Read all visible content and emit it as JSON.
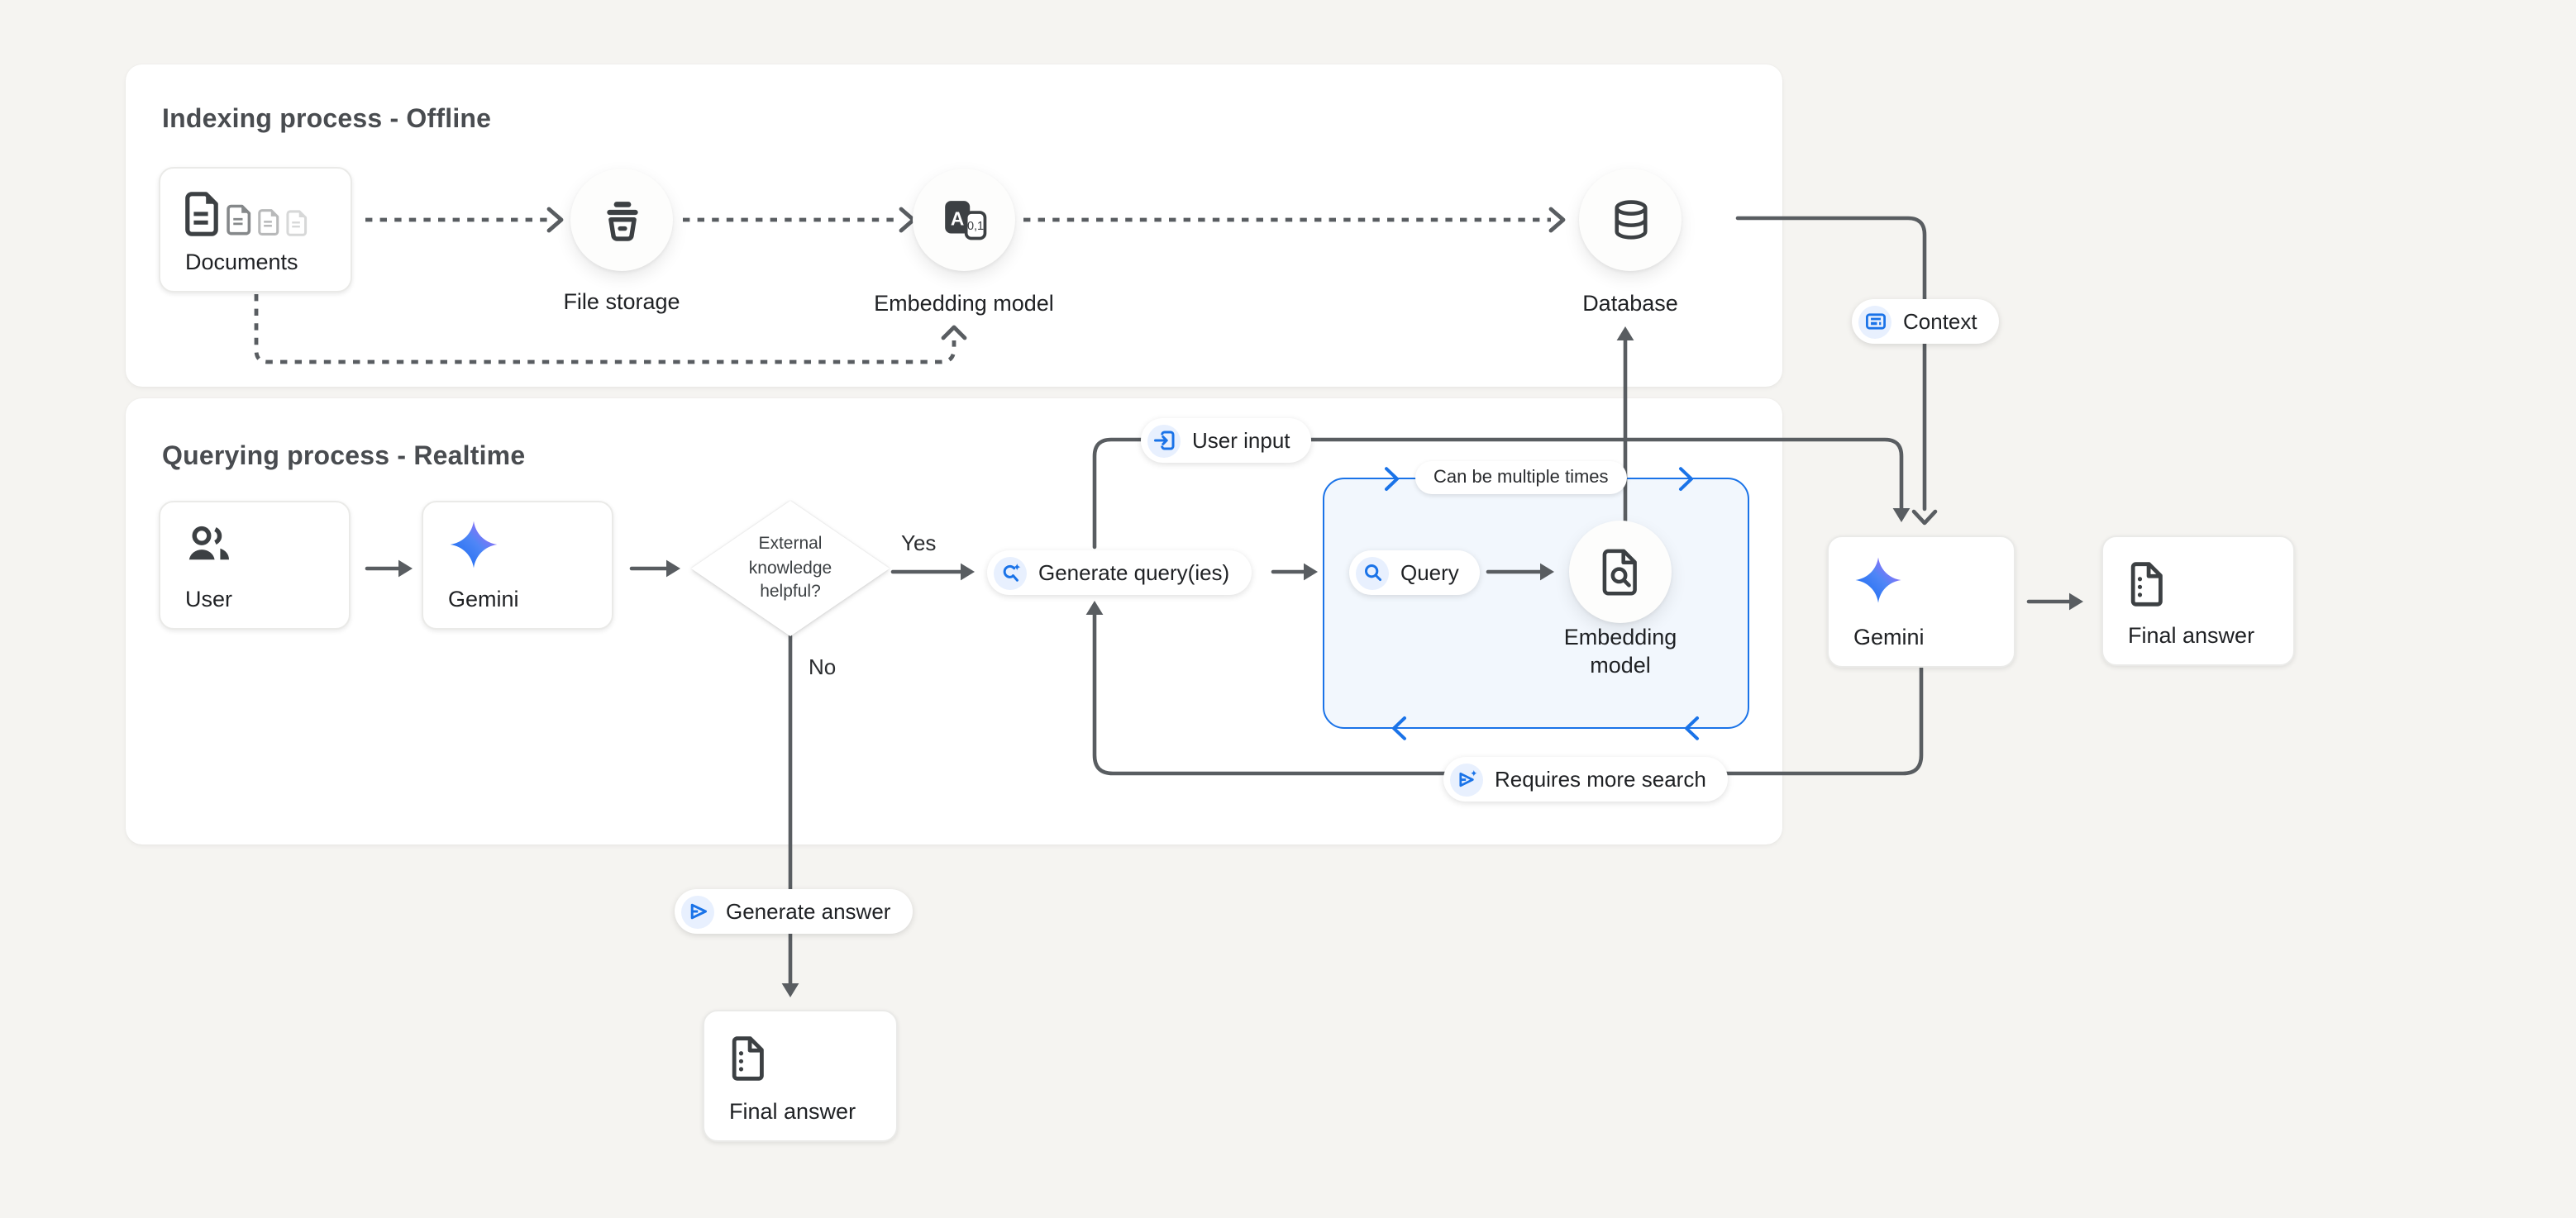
{
  "sections": {
    "indexing_title": "Indexing process - Offline",
    "querying_title": "Querying process - Realtime"
  },
  "nodes": {
    "documents": "Documents",
    "file_storage": "File storage",
    "embedding_model": "Embedding model",
    "database": "Database",
    "user": "User",
    "gemini_left": "Gemini",
    "gemini_right": "Gemini",
    "final_answer_right": "Final answer",
    "final_answer_bottom": "Final answer"
  },
  "decision": {
    "line1": "External",
    "line2": "knowledge",
    "line3": "helpful?"
  },
  "embedding_inner": {
    "line1": "Embedding",
    "line2": "model"
  },
  "pills": {
    "user_input": "User input",
    "generate_queries": "Generate query(ies)",
    "query": "Query",
    "context": "Context",
    "can_be_multiple_times": "Can be multiple times",
    "requires_more_search": "Requires more search",
    "generate_answer": "Generate answer"
  },
  "edge_labels": {
    "yes": "Yes",
    "no": "No"
  },
  "colors": {
    "canvas_bg": "#f5f4f1",
    "panel_bg": "#ffffff",
    "accent_blue": "#1a73e8",
    "chip_bg": "#e8f0fe",
    "loop_box_bg": "#f2f7fd",
    "line_gray": "#595d61",
    "icon_dark": "#3c4043",
    "gemini_gradient_start": "#1f6ef2",
    "gemini_gradient_end": "#a06bf8"
  }
}
